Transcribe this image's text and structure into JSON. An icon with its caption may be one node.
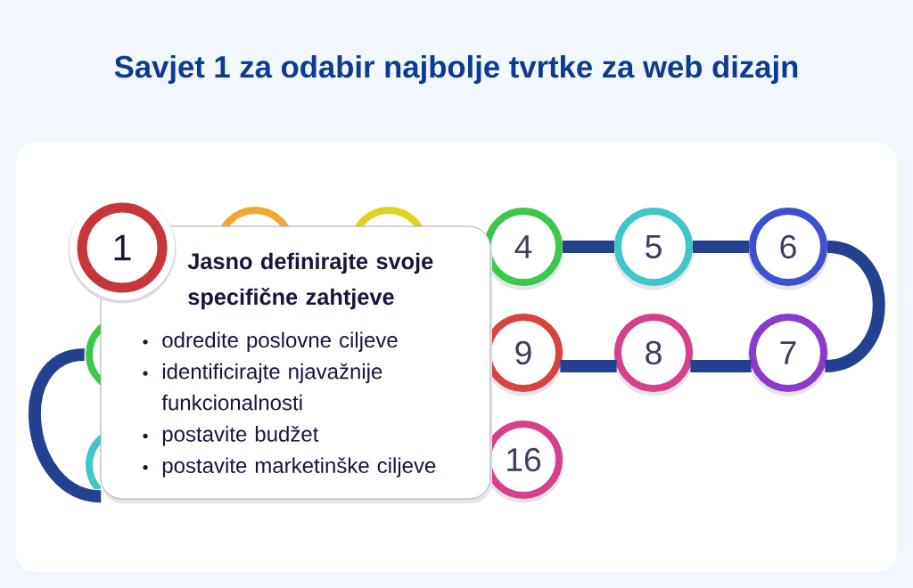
{
  "diagram": {
    "title": "Savjet 1 za odabir najbolje tvrtke za web dizajn",
    "nodes": [
      {
        "text": [
          "1"
        ]
      },
      {
        "text": [],
        "shape": "circle"
      },
      {
        "text": [],
        "shape": "circle"
      },
      {
        "text": [
          "4"
        ]
      },
      {
        "text": [
          "5"
        ]
      },
      {
        "text": [
          "6"
        ]
      },
      {
        "text": [
          "Jasno definirajte svoje specifične zahtjeve",
          "odredite poslovne ciljeve",
          "identificirajte njavažnije funkcionalnosti",
          "postavite budžet",
          "postavite marketinške ciljeve"
        ]
      },
      {
        "text": [],
        "shape": "circle"
      },
      {
        "text": [
          "9"
        ]
      },
      {
        "text": [
          "8"
        ]
      },
      {
        "text": [
          "7"
        ]
      },
      {
        "text": [],
        "shape": "circle"
      },
      {
        "text": [
          "16"
        ]
      }
    ],
    "edges": [
      {
        "from": 3,
        "to": 4,
        "arrow": "none"
      },
      {
        "from": 4,
        "to": 5,
        "arrow": "none"
      },
      {
        "from": 5,
        "to": 10,
        "arrow": "none"
      },
      {
        "from": 10,
        "to": 9,
        "arrow": "none"
      },
      {
        "from": 9,
        "to": 8,
        "arrow": "none"
      },
      {
        "from": 7,
        "to": 11,
        "arrow": "none"
      }
    ]
  }
}
